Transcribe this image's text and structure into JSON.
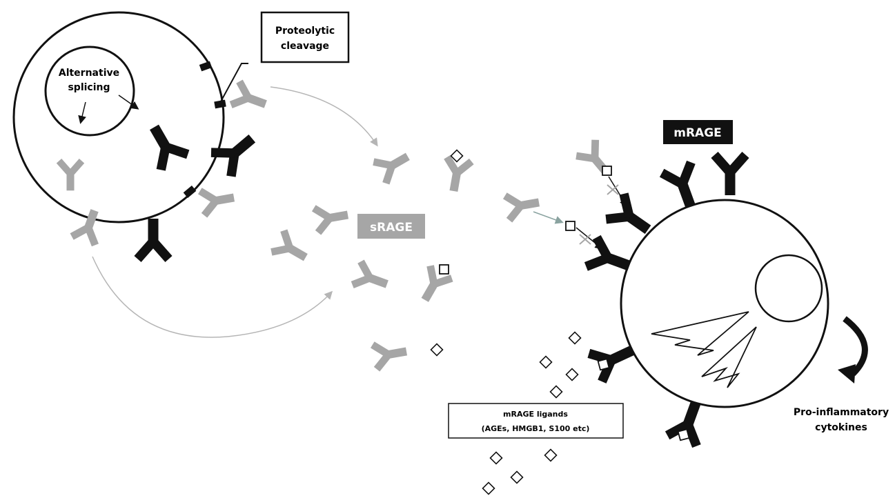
{
  "labels": {
    "alternative_splicing_line1": "Alternative",
    "alternative_splicing_line2": "splicing",
    "proteolytic_line1": "Proteolytic",
    "proteolytic_line2": "cleavage",
    "srage": "sRAGE",
    "mrage": "mRAGE",
    "ligands_line1": "mRAGE ligands",
    "ligands_line2": "(AGEs, HMGB1, S100 etc)",
    "cytokines_line1": "Pro-inflammatory",
    "cytokines_line2": "cytokines"
  },
  "colors": {
    "membrane_receptor": "#111111",
    "soluble_receptor": "#a6a6a6",
    "srage_badge": "#a6a6a6",
    "mrage_badge": "#111111",
    "badge_text": "#ffffff",
    "thin_arrow": "#b5b5b5"
  }
}
